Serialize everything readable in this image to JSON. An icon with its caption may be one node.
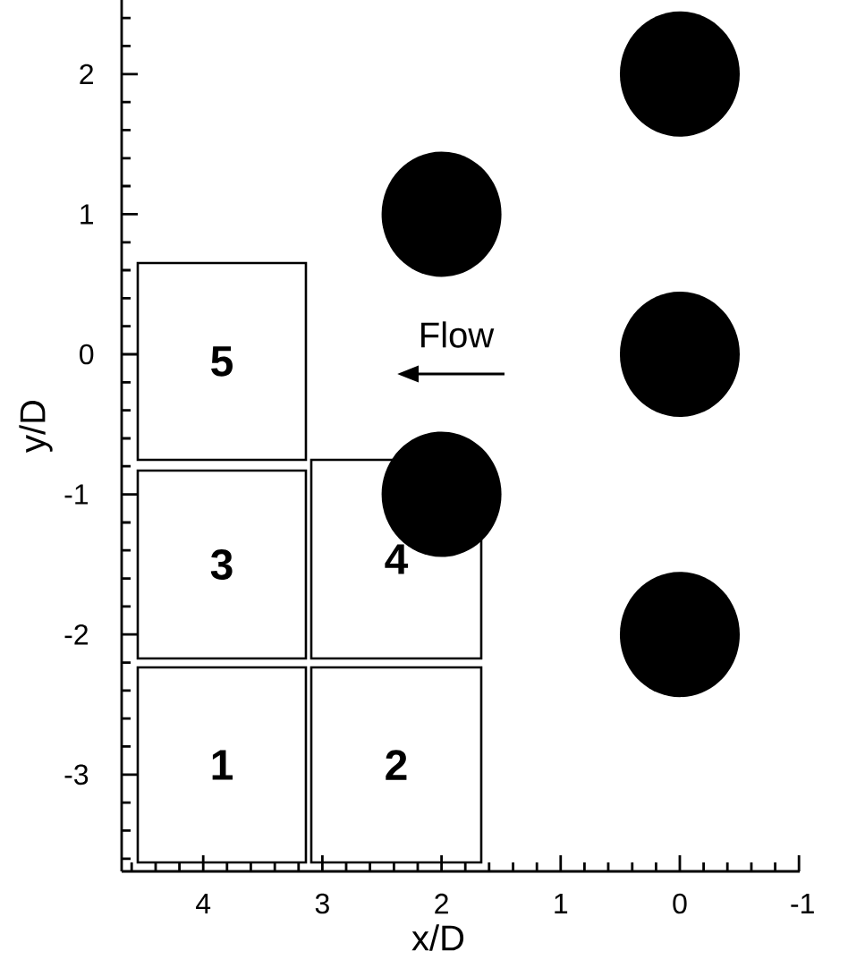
{
  "diagram": {
    "nodes": [
      {
        "text": [
          "5"
        ]
      },
      {
        "text": [
          "3"
        ]
      },
      {
        "text": [
          "4"
        ]
      },
      {
        "text": [
          "1"
        ]
      },
      {
        "text": [
          "2"
        ]
      }
    ],
    "labels": [
      "2",
      "1",
      "0",
      "-1",
      "-2",
      "-3",
      "y/D",
      "Flow",
      "4",
      "3",
      "2",
      "1",
      "0",
      "-1",
      "x/D"
    ]
  }
}
